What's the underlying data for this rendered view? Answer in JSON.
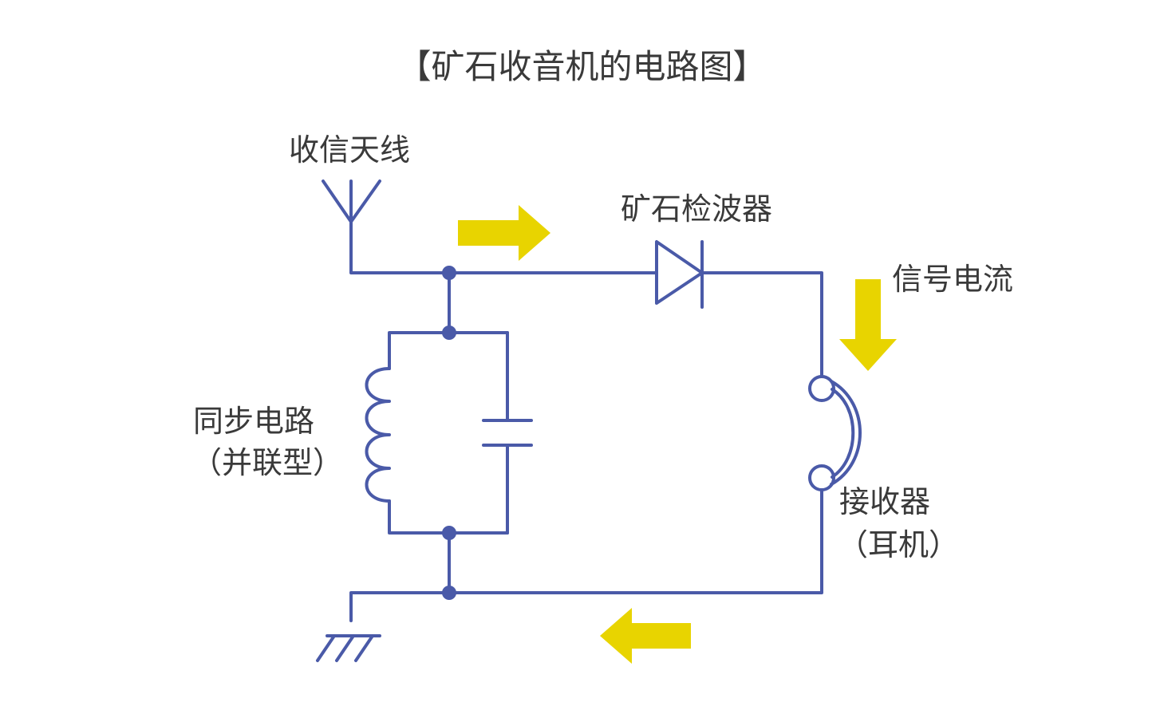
{
  "title": "【矿石收音机的电路图】",
  "labels": {
    "antenna": "收信天线",
    "detector": "矿石检波器",
    "signal_current": "信号电流",
    "tuning_circuit_line1": "同步电路",
    "tuning_circuit_line2": "（并联型）",
    "receiver_line1": "接收器",
    "receiver_line2": "（耳机）"
  },
  "colors": {
    "wire": "#4a5aa8",
    "arrow": "#e8d400",
    "text": "#3a3a3a",
    "background": "#ffffff"
  },
  "components": [
    "antenna",
    "tuning-circuit",
    "crystal-diode",
    "earphone",
    "ground"
  ]
}
